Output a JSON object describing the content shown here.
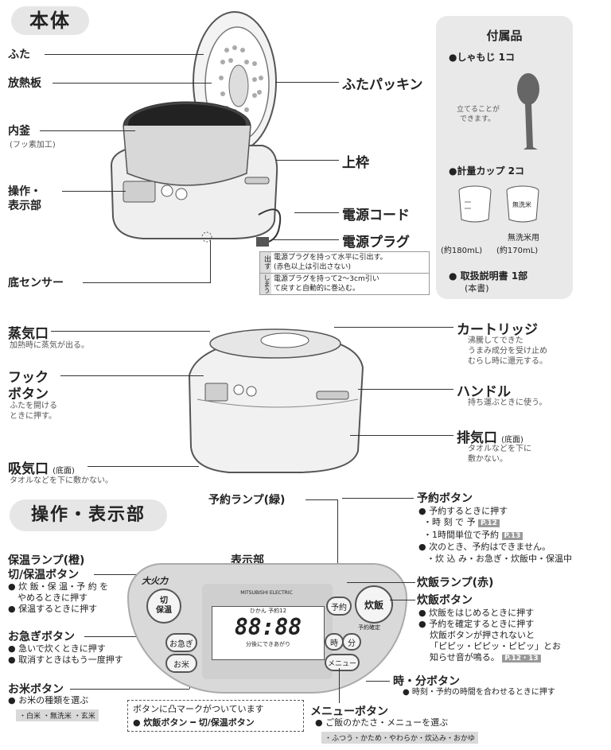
{
  "section1": {
    "title": "本体",
    "labels": {
      "futa": "ふた",
      "hounetsuban": "放熱板",
      "uchigama": "内釜",
      "uchigama_sub": "(フッ素加工)",
      "sousa": "操作・",
      "hyoujibu": "表示部",
      "soko_sensor": "底センサー",
      "futa_packing": "ふたパッキン",
      "uwawaku": "上枠",
      "dengen_cord": "電源コード",
      "dengen_plug": "電源プラグ"
    },
    "plug_notes": [
      {
        "tag": "出す",
        "text1": "電源プラグを持って水平に引出す。",
        "text2": "(赤色以上は引出さない)"
      },
      {
        "tag": "しまう",
        "text1": "電源プラグを持って2〜3cm引い",
        "text2": "て戻すと自動的に巻込む。"
      }
    ]
  },
  "accessories": {
    "title": "付属品",
    "shamoji": "●しゃもじ 1コ",
    "shamoji_note1": "立てることが",
    "shamoji_note2": "できます。",
    "cup": "●計量カップ 2コ",
    "cup_left_label": "(約180mL)",
    "cup_right_label1": "無洗米用",
    "cup_right_label2": "(約170mL)",
    "cup_right_text": "無洗米",
    "manual1": "● 取扱説明書 1部",
    "manual2": "(本書)"
  },
  "section2": {
    "jouki": "蒸気口",
    "jouki_sub": "加熱時に蒸気が出る。",
    "hook1": "フック",
    "hook2": "ボタン",
    "hook_sub1": "ふたを開ける",
    "hook_sub2": "ときに押す。",
    "kyuuki": "吸気口",
    "kyuuki_paren": "(底面)",
    "kyuuki_sub": "タオルなどを下に敷かない。",
    "cartridge": "カートリッジ",
    "cartridge_sub1": "沸騰してできた",
    "cartridge_sub2": "うまみ成分を受け止め",
    "cartridge_sub3": "むらし時に還元する。",
    "handle": "ハンドル",
    "handle_sub": "持ち運ぶときに使う。",
    "haiki": "排気口",
    "haiki_paren": "(底面)",
    "haiki_sub1": "タオルなどを下に",
    "haiki_sub2": "敷かない。"
  },
  "section3": {
    "title": "操作・表示部",
    "yoyaku_lamp": "予約ランプ(緑)",
    "hyoujibu": "表示部",
    "hoon_lamp": "保温ランプ(橙)",
    "kiri_hoon_btn": "切/保温ボタン",
    "kiri_hoon_b1": "● 炊 飯・保 温・予 約 を",
    "kiri_hoon_b2": "やめるときに押す",
    "kiri_hoon_b3": "● 保温するときに押す",
    "oisogi_btn": "お急ぎボタン",
    "oisogi_b1": "● 急いで炊くときに押す",
    "oisogi_b2": "● 取消すときはもう一度押す",
    "okome_btn": "お米ボタン",
    "okome_b1": "● お米の種類を選ぶ",
    "okome_tag": "・白米 ・無洗米 ・玄米",
    "note_box1": "ボタンに凸マークがついています",
    "note_box2": "● 炊飯ボタン ━ 切/保温ボタン",
    "yoyaku_btn": "予約ボタン",
    "yoyaku_b1": "● 予約するときに押す",
    "yoyaku_b2": "・時 刻 で 予",
    "yoyaku_ref1": "P.12",
    "yoyaku_b3": "・1時間単位で予約",
    "yoyaku_ref2": "P.13",
    "yoyaku_b4": "● 次のとき、予約はできません。",
    "yoyaku_b5": "・炊 込 み・お急ぎ・炊飯中・保温中",
    "suihan_lamp": "炊飯ランプ(赤)",
    "suihan_btn": "炊飯ボタン",
    "suihan_b1": "● 炊飯をはじめるときに押す",
    "suihan_b2": "● 予約を確定するときに押す",
    "suihan_b3": "炊飯ボタンが押されないと",
    "suihan_b4": "「ピピッ・ピピッ・ピピッ」とお",
    "suihan_b5": "知らせ音が鳴る。",
    "suihan_ref": "P.12・13",
    "jifun_btn": "時・分ボタン",
    "jifun_b1": "● 時刻・予約の時間を合わせるときに押す",
    "menu_btn": "メニューボタン",
    "menu_b1": "● ご飯のかたさ・メニューを選ぶ",
    "menu_tag": "・ふつう・かため・やわらか・炊込み・おかゆ",
    "panel": {
      "brand": "大火力",
      "kiri": "切",
      "hoon": "保温",
      "oisogi": "お急ぎ",
      "okome": "お米",
      "display_digits": "88:88",
      "display_top": "ひかん 予約12",
      "display_bottom": "分後にできあがり",
      "yoyaku": "予約",
      "suihan": "炊飯",
      "suihan_sub": "予約確定",
      "ji": "時",
      "fun": "分",
      "menu": "メニュー",
      "logo": "MITSUBISHI ELECTRIC"
    }
  }
}
